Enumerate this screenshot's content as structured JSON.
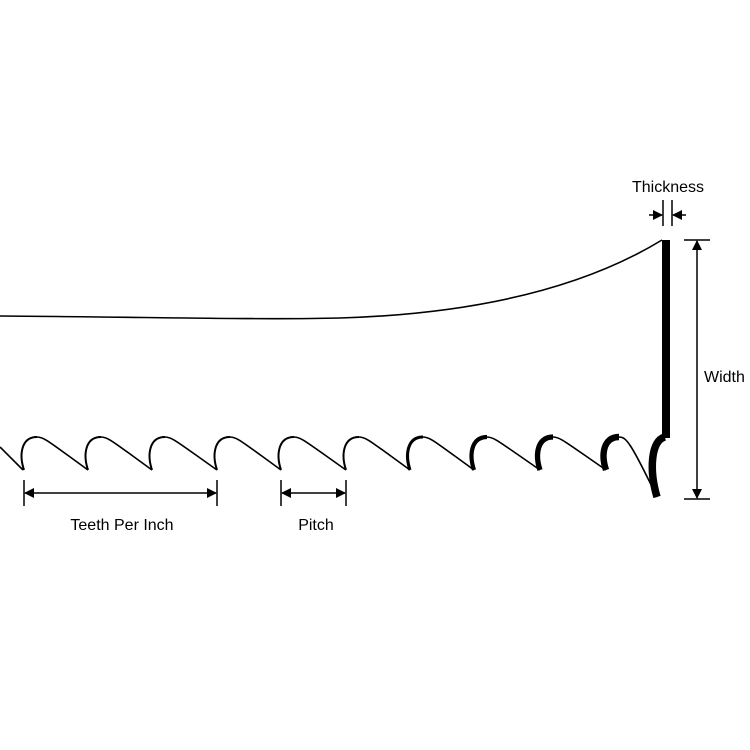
{
  "labels": {
    "thickness": "Thickness",
    "width": "Width",
    "teeth_per_inch": "Teeth Per Inch",
    "pitch": "Pitch"
  },
  "colors": {
    "line": "#000000",
    "background": "#ffffff"
  },
  "teeth_count_visible": 11
}
